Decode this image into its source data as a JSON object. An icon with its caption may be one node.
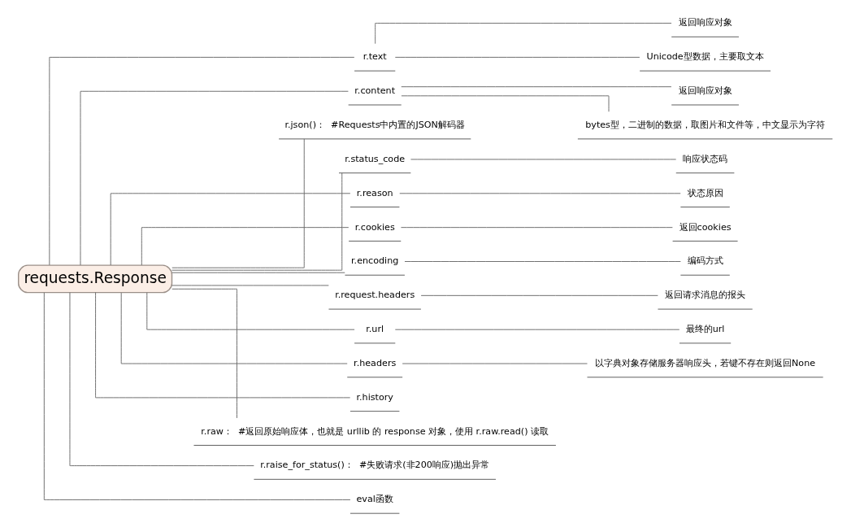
{
  "diagram": {
    "nodes": [
      {
        "text": [
          "requests.Response"
        ]
      },
      {
        "text": [
          "r.text"
        ]
      },
      {
        "text": [
          "返回响应对象"
        ]
      },
      {
        "text": [
          "Unicode型数据，主要取文本"
        ]
      },
      {
        "text": [
          "r.content"
        ]
      },
      {
        "text": [
          "返回响应对象"
        ]
      },
      {
        "text": [
          "bytes型，二进制的数据，取图片和文件等，中文显示为字符"
        ]
      },
      {
        "text": [
          "r.json()：  #Requests中内置的JSON解码器"
        ]
      },
      {
        "text": [
          "r.status_code"
        ]
      },
      {
        "text": [
          "响应状态码"
        ]
      },
      {
        "text": [
          "r.reason"
        ]
      },
      {
        "text": [
          "状态原因"
        ]
      },
      {
        "text": [
          "r.cookies"
        ]
      },
      {
        "text": [
          "返回cookies"
        ]
      },
      {
        "text": [
          "r.encoding"
        ]
      },
      {
        "text": [
          "编码方式"
        ]
      },
      {
        "text": [
          "r.request.headers"
        ]
      },
      {
        "text": [
          "返回请求消息的报头"
        ]
      },
      {
        "text": [
          "r.url"
        ]
      },
      {
        "text": [
          "最终的url"
        ]
      },
      {
        "text": [
          "r.headers"
        ]
      },
      {
        "text": [
          "以字典对象存储服务器响应头，若键不存在则返回None"
        ]
      },
      {
        "text": [
          "r.history"
        ]
      },
      {
        "text": [
          "r.raw：  #返回原始响应体，也就是 urllib 的 response 对象，使用 r.raw.read() 读取"
        ]
      },
      {
        "text": [
          "r.raise_for_status()：  #失败请求(非200响应)抛出异常"
        ]
      },
      {
        "text": [
          "eval函数"
        ]
      }
    ],
    "edges": [
      {
        "from": 0,
        "to": 1,
        "arrow": "none"
      },
      {
        "from": 1,
        "to": 2,
        "arrow": "none"
      },
      {
        "from": 1,
        "to": 3,
        "arrow": "none"
      },
      {
        "from": 0,
        "to": 4,
        "arrow": "none"
      },
      {
        "from": 4,
        "to": 5,
        "arrow": "none"
      },
      {
        "from": 4,
        "to": 6,
        "arrow": "none"
      },
      {
        "from": 0,
        "to": 7,
        "arrow": "none"
      },
      {
        "from": 0,
        "to": 8,
        "arrow": "none"
      },
      {
        "from": 8,
        "to": 9,
        "arrow": "none"
      },
      {
        "from": 0,
        "to": 10,
        "arrow": "none"
      },
      {
        "from": 10,
        "to": 11,
        "arrow": "none"
      },
      {
        "from": 0,
        "to": 12,
        "arrow": "none"
      },
      {
        "from": 12,
        "to": 13,
        "arrow": "none"
      },
      {
        "from": 0,
        "to": 14,
        "arrow": "none"
      },
      {
        "from": 14,
        "to": 15,
        "arrow": "none"
      },
      {
        "from": 0,
        "to": 16,
        "arrow": "none"
      },
      {
        "from": 16,
        "to": 17,
        "arrow": "none"
      },
      {
        "from": 0,
        "to": 18,
        "arrow": "none"
      },
      {
        "from": 18,
        "to": 19,
        "arrow": "none"
      },
      {
        "from": 0,
        "to": 20,
        "arrow": "none"
      },
      {
        "from": 20,
        "to": 21,
        "arrow": "none"
      },
      {
        "from": 0,
        "to": 22,
        "arrow": "none"
      },
      {
        "from": 0,
        "to": 23,
        "arrow": "none"
      },
      {
        "from": 0,
        "to": 24,
        "arrow": "none"
      },
      {
        "from": 0,
        "to": 25,
        "arrow": "none"
      }
    ]
  }
}
